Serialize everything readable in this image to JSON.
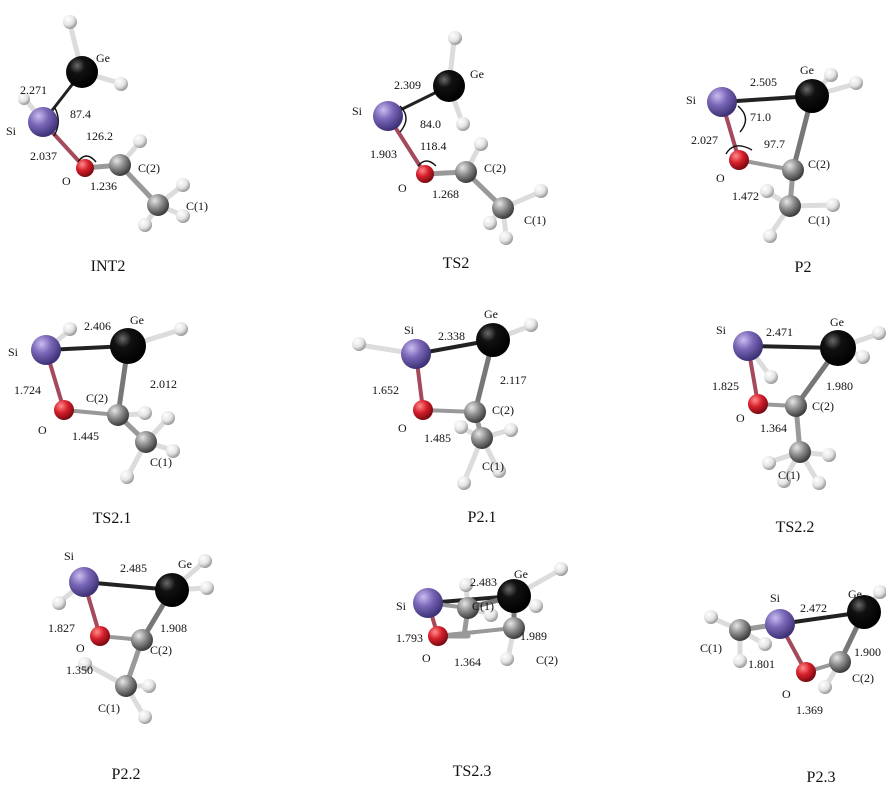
{
  "colors": {
    "si": "#7b68b8",
    "ge": "#0a0a0a",
    "o": "#d61f2b",
    "c": "#8c8c8c",
    "h": "#e4e4e4",
    "bond": "#222222",
    "background": "#ffffff"
  },
  "structures": [
    {
      "id": "int2",
      "caption": "INT2",
      "labels": {
        "ge": "Ge",
        "si": "Si",
        "o": "O",
        "c2": "C(2)",
        "c1": "C(1)",
        "d_sige": "2.271",
        "a_sige": "87.4",
        "a_sio": "126.2",
        "d_sio": "2.037",
        "d_oc": "1.236"
      }
    },
    {
      "id": "ts2",
      "caption": "TS2",
      "labels": {
        "ge": "Ge",
        "si": "Si",
        "o": "O",
        "c2": "C(2)",
        "c1": "C(1)",
        "d_sige": "2.309",
        "a_sige": "84.0",
        "a_sio": "118.4",
        "d_sio": "1.903",
        "d_oc": "1.268"
      }
    },
    {
      "id": "p2",
      "caption": "P2",
      "labels": {
        "ge": "Ge",
        "si": "Si",
        "o": "O",
        "c2": "C(2)",
        "c1": "C(1)",
        "d_sige": "2.505",
        "a_sige": "71.0",
        "a_sio": "97.7",
        "d_sio": "2.027",
        "d_oc": "1.472"
      }
    },
    {
      "id": "ts2_1",
      "caption": "TS2.1",
      "labels": {
        "ge": "Ge",
        "si": "Si",
        "o": "O",
        "c2": "C(2)",
        "c1": "C(1)",
        "d_sige": "2.406",
        "d_gec": "2.012",
        "d_sio": "1.724",
        "d_oc": "1.445"
      }
    },
    {
      "id": "p2_1",
      "caption": "P2.1",
      "labels": {
        "ge": "Ge",
        "si": "Si",
        "o": "O",
        "c2": "C(2)",
        "c1": "C(1)",
        "d_sige": "2.338",
        "d_gec": "2.117",
        "d_sio": "1.652",
        "d_oc": "1.485"
      }
    },
    {
      "id": "ts2_2",
      "caption": "TS2.2",
      "labels": {
        "ge": "Ge",
        "si": "Si",
        "o": "O",
        "c2": "C(2)",
        "c1": "C(1)",
        "d_sige": "2.471",
        "d_gec": "1.980",
        "d_sio": "1.825",
        "d_oc": "1.364"
      }
    },
    {
      "id": "p2_2",
      "caption": "P2.2",
      "labels": {
        "ge": "Ge",
        "si": "Si",
        "o": "O",
        "c2": "C(2)",
        "c1": "C(1)",
        "d_sige": "2.485",
        "d_gec": "1.908",
        "d_sio": "1.827",
        "d_oc": "1.350"
      }
    },
    {
      "id": "ts2_3",
      "caption": "TS2.3",
      "labels": {
        "ge": "Ge",
        "si": "Si",
        "o": "O",
        "c2": "C(2)",
        "c1": "C(1)",
        "d_sige": "2.483",
        "d_gec": "1.989",
        "d_sio": "1.793",
        "d_oc": "1.364"
      }
    },
    {
      "id": "p2_3",
      "caption": "P2.3",
      "labels": {
        "ge": "Ge",
        "si": "Si",
        "o": "O",
        "c2": "C(2)",
        "c1": "C(1)",
        "d_sige": "2.472",
        "d_gec": "1.900",
        "d_sio": "1.801",
        "d_oc": "1.369"
      }
    }
  ]
}
